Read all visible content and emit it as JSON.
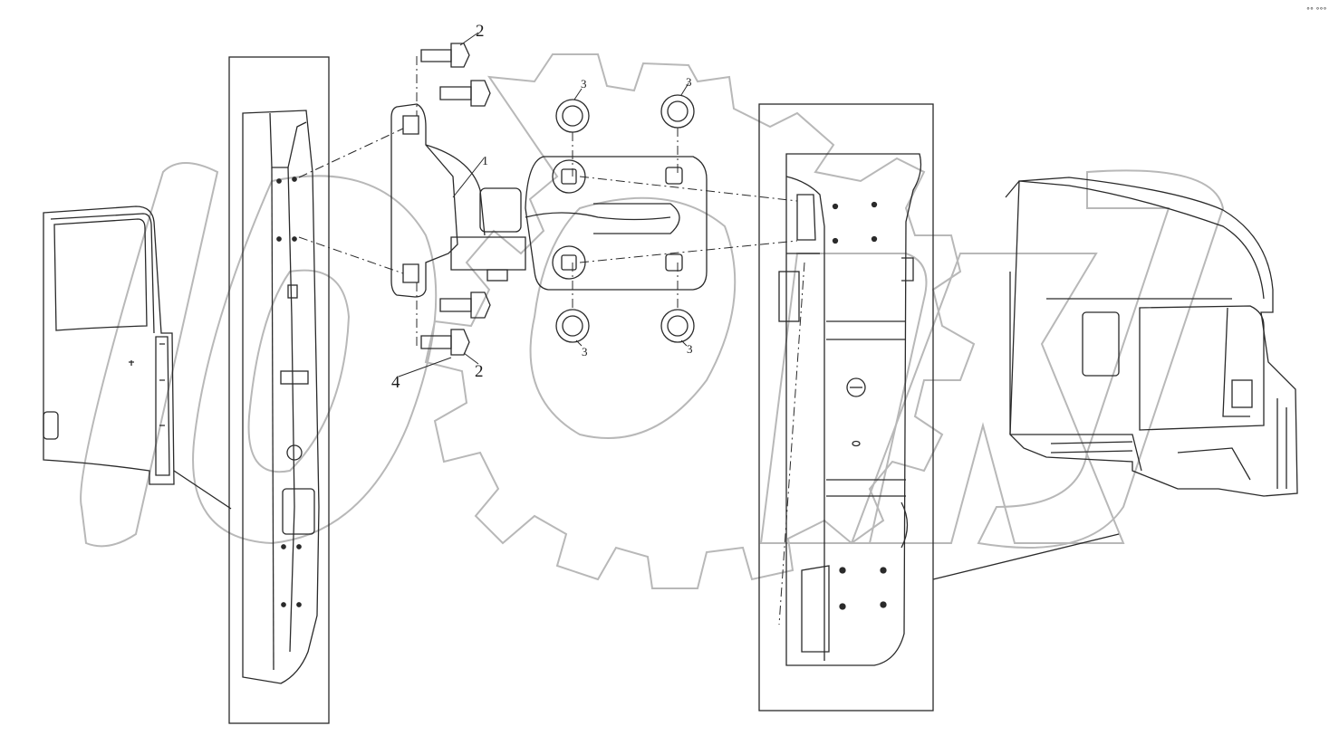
{
  "diagram": {
    "callouts": {
      "c1": "1",
      "c2_top": "2",
      "c2_bottom": "2",
      "c3_tl": "3",
      "c3_tr": "3",
      "c3_bl": "3",
      "c3_br": "3",
      "c4": "4"
    },
    "corner_mark": "°° °°°"
  },
  "colors": {
    "line": "#2a2a2a",
    "watermark": "#b8b8b8",
    "background": "#ffffff"
  }
}
